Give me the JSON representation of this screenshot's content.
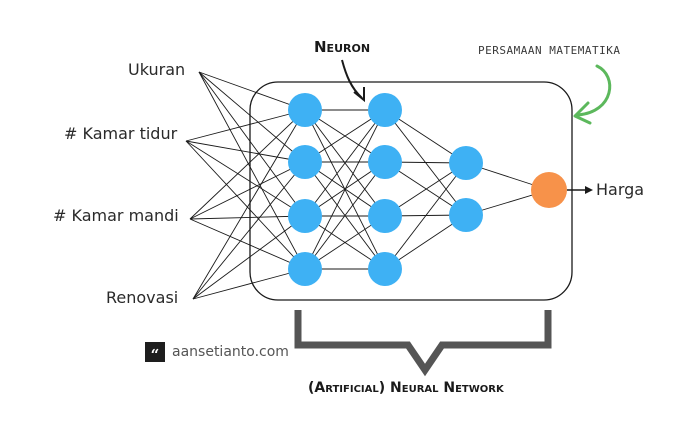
{
  "inputs": [
    "Ukuran",
    "# Kamar tidur",
    "# Kamar mandi",
    "Renovasi"
  ],
  "output": "Harga",
  "neuron_label": "Neuron",
  "equation_note": "PERSAMAAN MATEMATIKA",
  "network_label": "(Artificial) Neural Network",
  "watermark": {
    "logo_glyph": "“",
    "text": "aansetianto.com"
  },
  "layers": [
    4,
    4,
    2,
    1
  ],
  "colors": {
    "neuron": "#3EB1F4",
    "output_neuron": "#F7924A",
    "note_arrow": "#5CB85C",
    "line": "#1a1a1a",
    "bracket": "#555555"
  }
}
